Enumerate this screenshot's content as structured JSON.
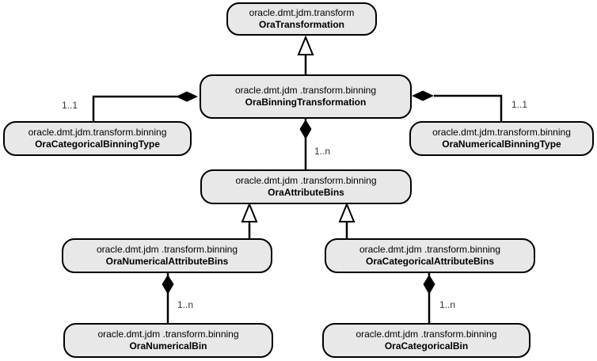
{
  "diagram": {
    "type": "uml-class-diagram",
    "background": "#ffffff",
    "node_fill": "#e8e8e8",
    "node_border": "#000000",
    "edge_color": "#000000",
    "label_color": "#333333",
    "nodes": [
      {
        "id": "ora-transformation",
        "package": "oracle.dmt.jdm.transform",
        "name": "OraTransformation"
      },
      {
        "id": "ora-binning-transformation",
        "package": "oracle.dmt.jdm .transform.binning",
        "name": "OraBinningTransformation"
      },
      {
        "id": "ora-categorical-binning-type",
        "package": "oracle.dmt.jdm.transform.binning",
        "name": "OraCategoricalBinningType"
      },
      {
        "id": "ora-numerical-binning-type",
        "package": "oracle.dmt.jdm.transform.binning",
        "name": "OraNumericalBinningType"
      },
      {
        "id": "ora-attribute-bins",
        "package": "oracle.dmt.jdm .transform.binning",
        "name": "OraAttributeBins"
      },
      {
        "id": "ora-numerical-attribute-bins",
        "package": "oracle.dmt.jdm .transform.binning",
        "name": "OraNumericalAttributeBins"
      },
      {
        "id": "ora-categorical-attribute-bins",
        "package": "oracle.dmt.jdm .transform.binning",
        "name": "OraCategoricalAttributeBins"
      },
      {
        "id": "ora-numerical-bin",
        "package": "oracle.dmt.jdm .transform.binning",
        "name": "OraNumericalBin"
      },
      {
        "id": "ora-categorical-bin",
        "package": "oracle.dmt.jdm .transform.binning",
        "name": "OraCategoricalBin"
      }
    ],
    "multiplicity_labels": {
      "categorical_binning_type": "1..1",
      "numerical_binning_type": "1..1",
      "attribute_bins": "1..n",
      "numerical_bin": "1..n",
      "categorical_bin": "1..n"
    },
    "relationships": [
      {
        "from": "OraBinningTransformation",
        "to": "OraTransformation",
        "type": "generalization"
      },
      {
        "whole": "OraBinningTransformation",
        "part": "OraCategoricalBinningType",
        "type": "composition",
        "multiplicity": "1..1"
      },
      {
        "whole": "OraBinningTransformation",
        "part": "OraNumericalBinningType",
        "type": "composition",
        "multiplicity": "1..1"
      },
      {
        "whole": "OraBinningTransformation",
        "part": "OraAttributeBins",
        "type": "composition",
        "multiplicity": "1..n"
      },
      {
        "from": "OraNumericalAttributeBins",
        "to": "OraAttributeBins",
        "type": "generalization"
      },
      {
        "from": "OraCategoricalAttributeBins",
        "to": "OraAttributeBins",
        "type": "generalization"
      },
      {
        "whole": "OraNumericalAttributeBins",
        "part": "OraNumericalBin",
        "type": "composition",
        "multiplicity": "1..n"
      },
      {
        "whole": "OraCategoricalAttributeBins",
        "part": "OraCategoricalBin",
        "type": "composition",
        "multiplicity": "1..n"
      }
    ]
  }
}
